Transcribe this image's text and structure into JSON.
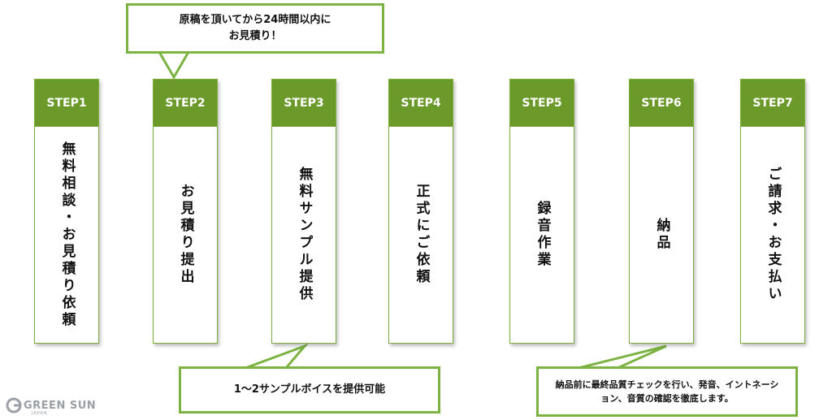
{
  "steps": [
    {
      "label": "STEP1",
      "text": "無料相談・お見積り依頼"
    },
    {
      "label": "STEP2",
      "text": "お見積り提出"
    },
    {
      "label": "STEP3",
      "text": "無料サンプル提供"
    },
    {
      "label": "STEP4",
      "text": "正式にご依頼"
    },
    {
      "label": "STEP5",
      "text": "録音作業"
    },
    {
      "label": "STEP6",
      "text": "納品"
    },
    {
      "label": "STEP7",
      "text": "ご請求・お支払い"
    }
  ],
  "callouts": {
    "top": {
      "line1": "原稿を頂いてから24時間以内に",
      "line2": "お見積り！"
    },
    "sample": {
      "text": "1～2サンプルボイスを提供可能"
    },
    "quality": {
      "line1": "納品前に最終品質チェックを行い、発音、イントネーシ",
      "line2": "ョン、音質の確認を徹底します。"
    }
  },
  "logo": {
    "name": "GREEN SUN",
    "sub": "JAPAN"
  },
  "colors": {
    "step_header": "#6b9a2a",
    "border": "#7cb342"
  }
}
